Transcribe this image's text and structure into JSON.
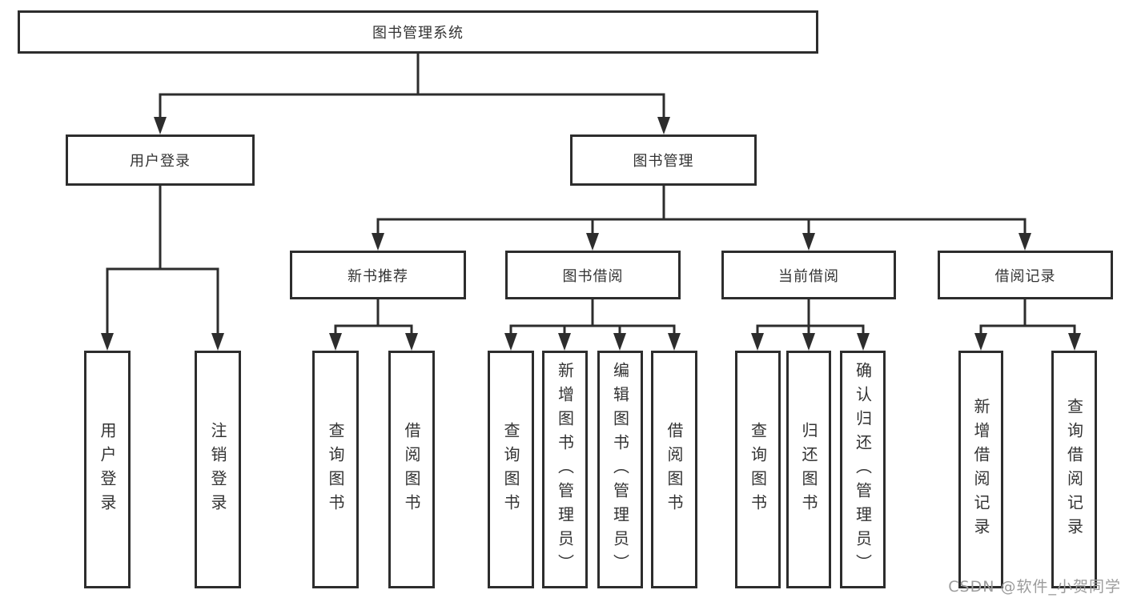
{
  "diagram": {
    "root": {
      "label": "图书管理系统"
    },
    "branches": {
      "user_login": {
        "label": "用户登录"
      },
      "book_management": {
        "label": "图书管理"
      }
    },
    "modules": [
      {
        "label": "新书推荐"
      },
      {
        "label": "图书借阅"
      },
      {
        "label": "当前借阅"
      },
      {
        "label": "借阅记录"
      }
    ],
    "leaves": [
      {
        "label": "用户登录"
      },
      {
        "label": "注销登录"
      },
      {
        "label": "查询图书"
      },
      {
        "label": "借阅图书"
      },
      {
        "label": "查询图书"
      },
      {
        "label": "新增图书（管理员）"
      },
      {
        "label": "编辑图书（管理员）"
      },
      {
        "label": "借阅图书"
      },
      {
        "label": "查询图书"
      },
      {
        "label": "归还图书"
      },
      {
        "label": "确认归还（管理员）"
      },
      {
        "label": "新增借阅记录"
      },
      {
        "label": "查询借阅记录"
      }
    ],
    "colors": {
      "line": "#2d2d2d",
      "text": "#333333",
      "background": "#ffffff"
    }
  },
  "watermark": {
    "text": "CSDN @软件_小贺同学",
    "color": "#9c9c9c"
  }
}
